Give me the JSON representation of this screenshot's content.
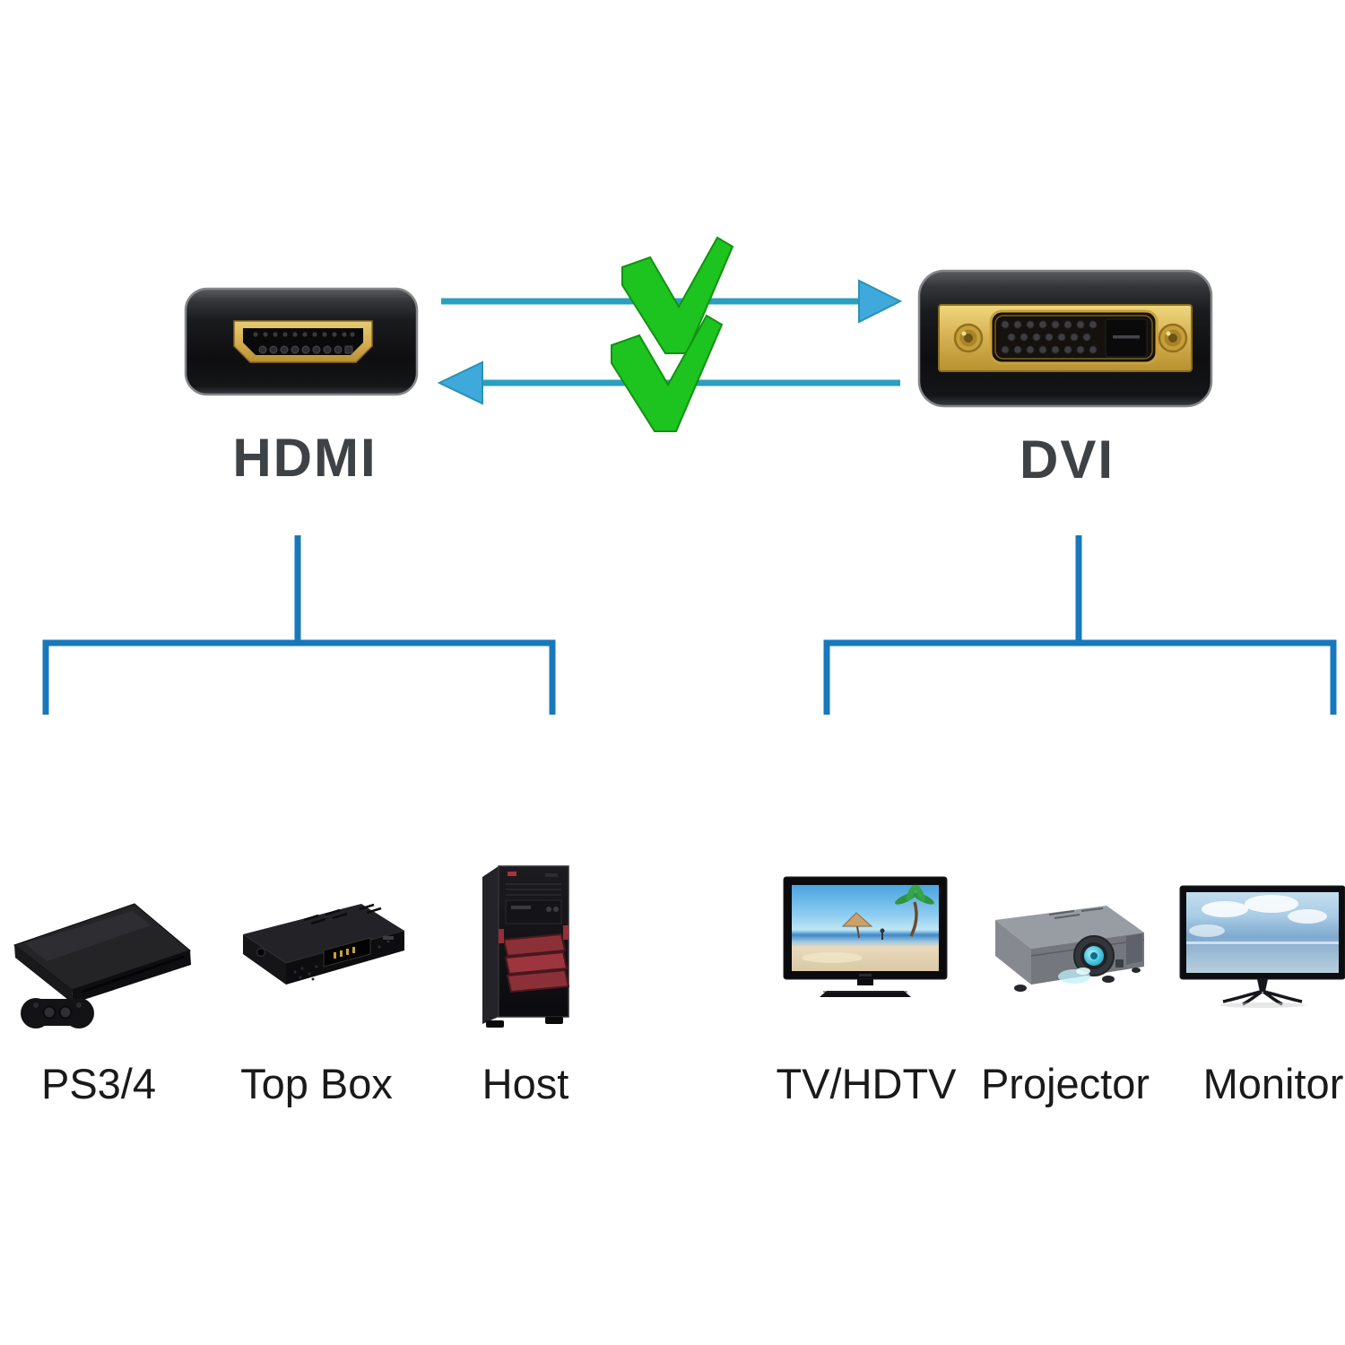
{
  "header": {
    "hdmi_label": "HDMI",
    "dvi_label": "DVI"
  },
  "devices": {
    "hdmi_group": [
      {
        "label": "PS3/4",
        "icon": "ps-console-icon"
      },
      {
        "label": "Top Box",
        "icon": "set-top-box-icon"
      },
      {
        "label": "Host",
        "icon": "pc-tower-icon"
      }
    ],
    "dvi_group": [
      {
        "label": "TV/HDTV",
        "icon": "tv-icon"
      },
      {
        "label": "Projector",
        "icon": "projector-icon"
      },
      {
        "label": "Monitor",
        "icon": "monitor-icon"
      }
    ]
  },
  "icons": {
    "checkmark": "green-checkmark-icon",
    "arrow_right": "arrow-hdmi-to-dvi",
    "arrow_left": "arrow-dvi-to-hdmi"
  },
  "colors": {
    "branch_line_blue": "#1878BC",
    "arrow_teal": "#2B9FBF",
    "arrow_head_blue": "#3FA9DC",
    "checkmark_green": "#1DC31E",
    "connector_gold": "#D6AF52",
    "connector_body_black": "#141416",
    "heading_text": "#3F4245",
    "device_label_text": "#1A1A1A",
    "background": "#FFFFFF"
  }
}
